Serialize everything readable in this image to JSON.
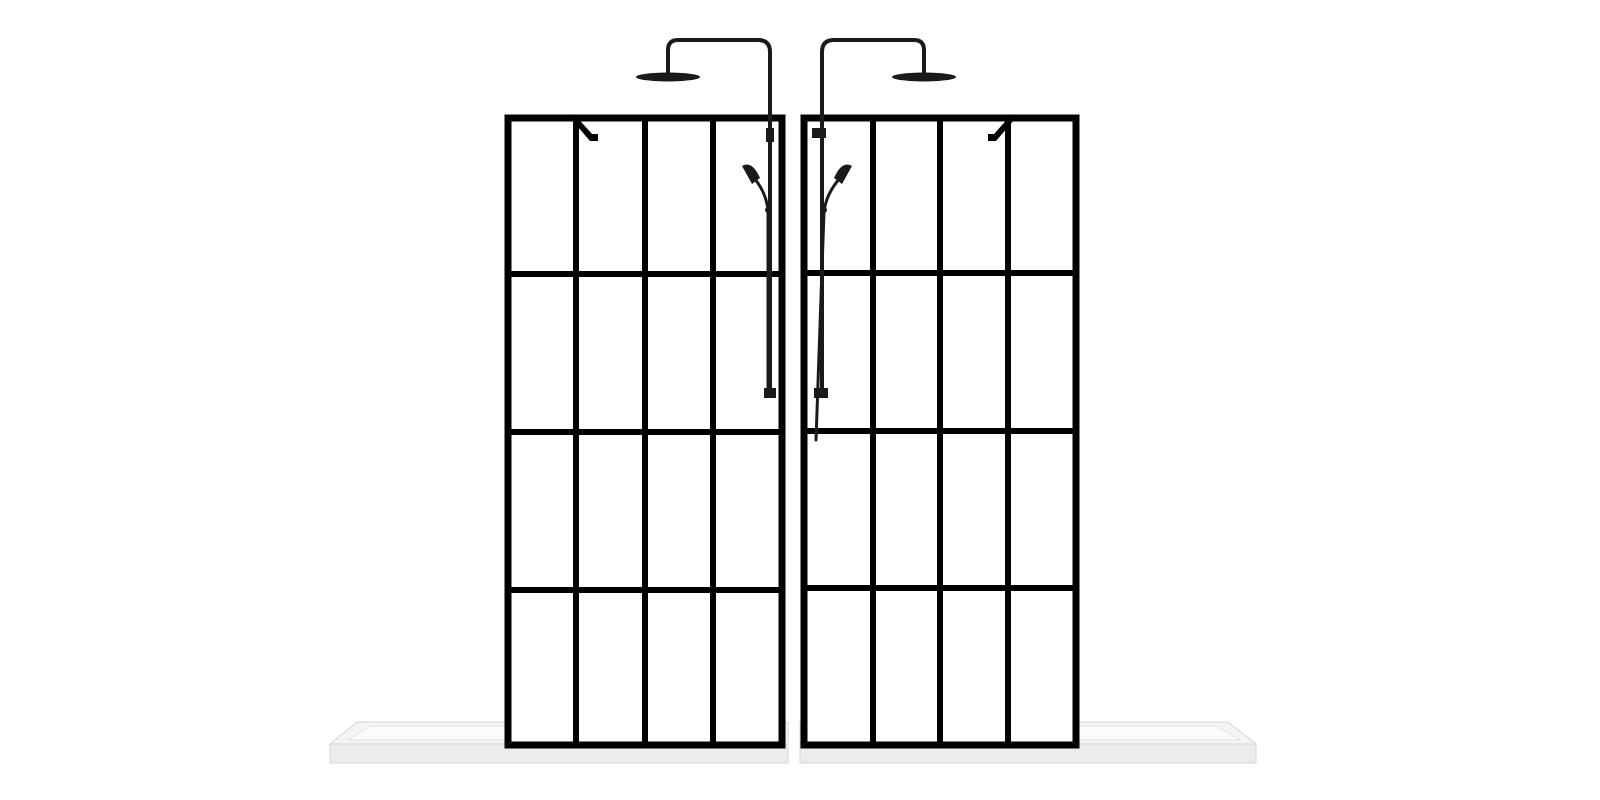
{
  "scene": {
    "background": "#ffffff",
    "frame_color": "#000000",
    "fixture_color": "#1a1a1a",
    "tray_color": "#f2f2f2",
    "tray_edge_color": "#d4d4d4",
    "glass_color": "#ffffff",
    "units": [
      {
        "id": "left",
        "columns": 4,
        "rows": 4,
        "mirrored": false
      },
      {
        "id": "right",
        "columns": 4,
        "rows": 4,
        "mirrored": true
      }
    ]
  }
}
